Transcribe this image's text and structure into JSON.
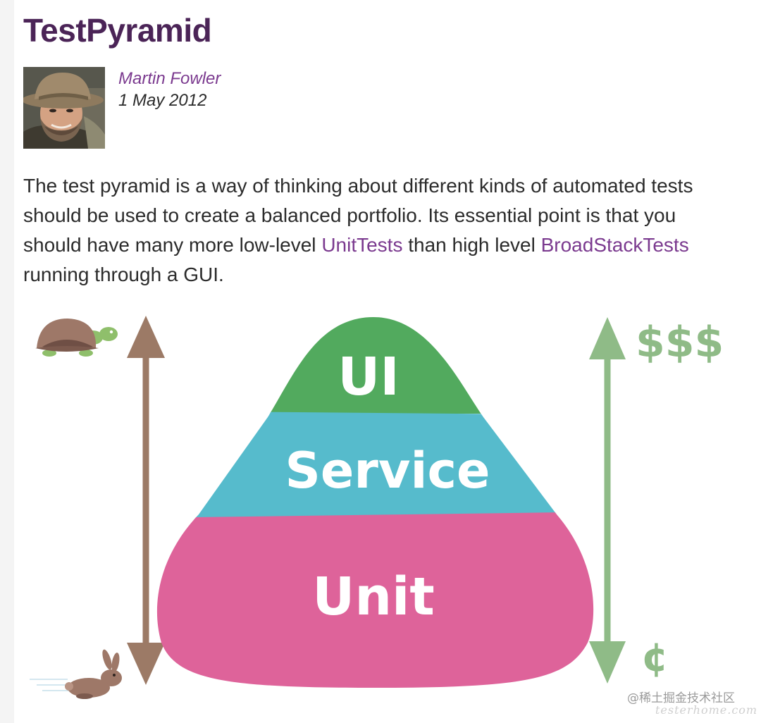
{
  "article": {
    "title": "TestPyramid",
    "author": "Martin Fowler",
    "date": "1 May 2012"
  },
  "intro": {
    "p1": "The test pyramid is a way of thinking about different kinds of automated tests should be used to create a balanced portfolio. Its essential point is that you should have many more low-level ",
    "link1": "UnitTests",
    "p2": " than high level ",
    "link2": "BroadStackTests",
    "p3": " running through a GUI."
  },
  "diagram": {
    "layers": {
      "top": "UI",
      "middle": "Service",
      "bottom": "Unit"
    },
    "cost": {
      "high": "$$$",
      "low": "¢"
    },
    "icons": {
      "slow": "turtle-icon",
      "fast": "rabbit-icon",
      "speed_axis": "double-arrow-icon",
      "cost_axis": "double-arrow-icon"
    },
    "colors": {
      "ui": "#52aa5e",
      "service": "#56bbcc",
      "unit": "#de639a",
      "speed_arrow": "#9c7a66",
      "cost_arrow": "#8fbb87",
      "title": "#4b2457",
      "link": "#7b3a8f"
    }
  },
  "watermark": {
    "text": "@稀土掘金技术社区",
    "sub": "testerhome.com"
  }
}
